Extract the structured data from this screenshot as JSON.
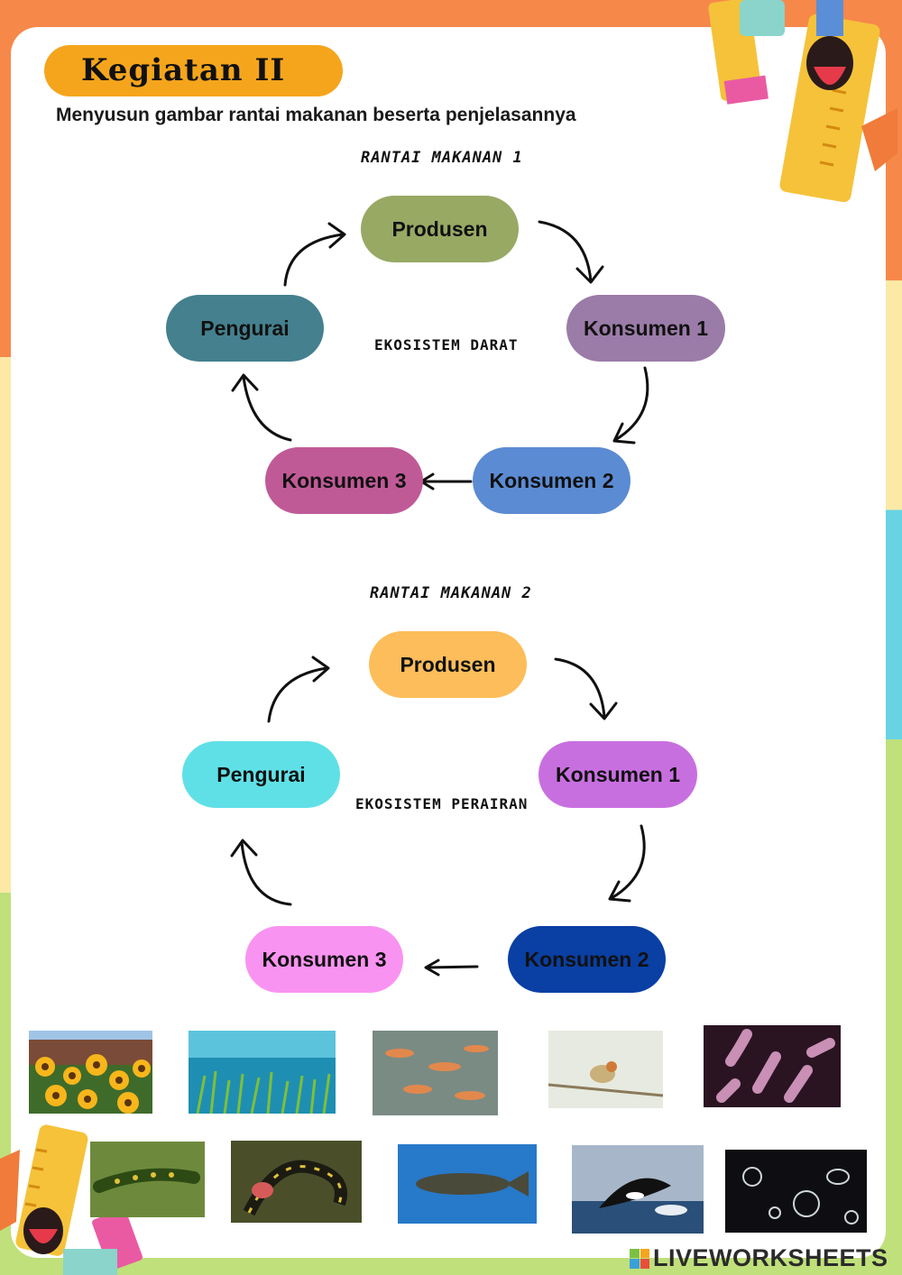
{
  "header": {
    "title": "Kegiatan II"
  },
  "subtitle": "Menyusun gambar rantai makanan beserta penjelasannya",
  "chain1": {
    "title": "RANTAI MAKANAN 1",
    "ecosystem": "EKOSISTEM DARAT",
    "produsen": "Produsen",
    "konsumen1": "Konsumen 1",
    "konsumen2": "Konsumen  2",
    "konsumen3": "Konsumen  3",
    "pengurai": "Pengurai",
    "colors": {
      "produsen": "#98a964",
      "konsumen1": "#9b7ba8",
      "konsumen2": "#5b8bd3",
      "konsumen3": "#c05a97",
      "pengurai": "#44808e"
    }
  },
  "chain2": {
    "title": "RANTAI MAKANAN 2",
    "ecosystem": "EKOSISTEM PERAIRAN",
    "produsen": "Produsen",
    "konsumen1": "Konsumen 1",
    "konsumen2": "Konsumen  2",
    "konsumen3": "Konsumen  3",
    "pengurai": "Pengurai",
    "colors": {
      "produsen": "#fdbd5a",
      "konsumen1": "#c86fe0",
      "konsumen2": "#0a3fa3",
      "konsumen3": "#f993f1",
      "pengurai": "#5fe0e6"
    }
  },
  "images": [
    "sunflowers",
    "seagrass",
    "shrimp",
    "bird",
    "bacteria",
    "caterpillar",
    "snake",
    "fish",
    "orca",
    "plankton"
  ],
  "brand": {
    "logo": "LIVEWORKSHEETS"
  }
}
